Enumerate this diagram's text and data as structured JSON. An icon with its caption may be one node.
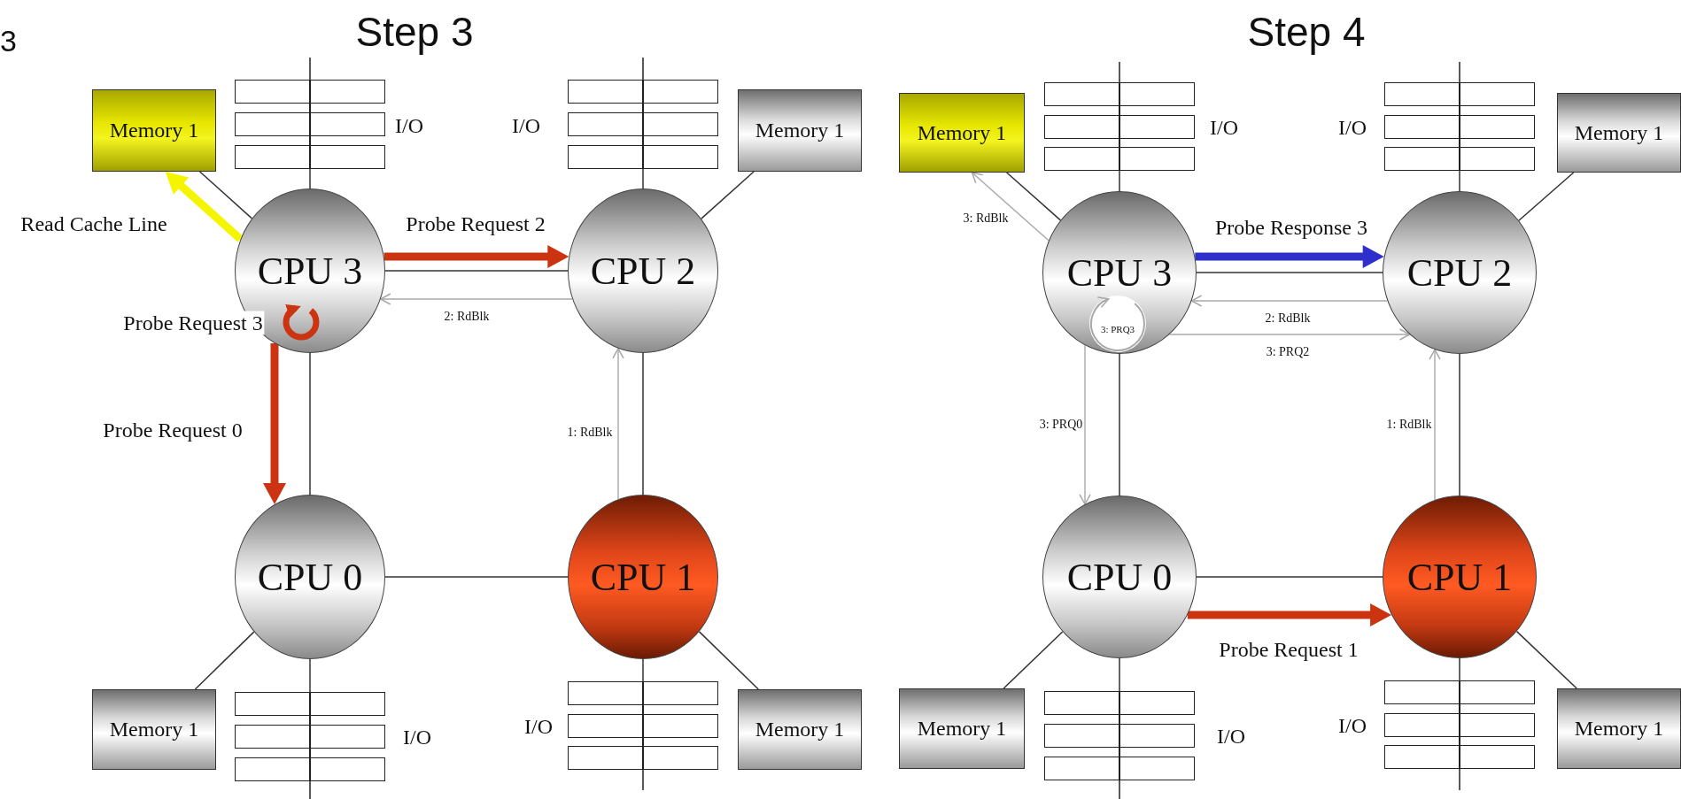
{
  "diagram": {
    "nodes": [
      {
        "text": [
          "Memory 1"
        ]
      },
      {
        "text": [],
        "shape": "box",
        "beside": [
          "I/O"
        ]
      },
      {
        "text": [],
        "shape": "box",
        "beside": [
          "I/O"
        ]
      },
      {
        "text": [
          "Memory 1"
        ]
      },
      {
        "text": [
          "CPU 3"
        ]
      },
      {
        "text": [
          "CPU 2"
        ]
      },
      {
        "text": [
          "CPU 0"
        ]
      },
      {
        "text": [
          "CPU 1"
        ]
      },
      {
        "text": [
          "Memory 1"
        ]
      },
      {
        "text": [],
        "shape": "box",
        "beside": [
          "I/O"
        ]
      },
      {
        "text": [],
        "shape": "box",
        "beside": [
          "I/O"
        ]
      },
      {
        "text": [
          "Memory 1"
        ]
      },
      {
        "text": [
          "Memory 1"
        ]
      },
      {
        "text": [],
        "shape": "box",
        "beside": [
          "I/O"
        ]
      },
      {
        "text": [],
        "shape": "box",
        "beside": [
          "I/O"
        ]
      },
      {
        "text": [
          "Memory 1"
        ]
      },
      {
        "text": [
          "CPU 3"
        ]
      },
      {
        "text": [
          "CPU 2"
        ]
      },
      {
        "text": [
          "CPU 0"
        ]
      },
      {
        "text": [
          "CPU 1"
        ]
      },
      {
        "text": [
          "Memory 1"
        ]
      },
      {
        "text": [],
        "shape": "box",
        "beside": [
          "I/O"
        ]
      },
      {
        "text": [],
        "shape": "box",
        "beside": [
          "I/O"
        ]
      },
      {
        "text": [
          "Memory 1"
        ]
      }
    ],
    "edges": [
      {
        "from": 4,
        "to": 0,
        "arrow": "none"
      },
      {
        "from": 4,
        "to": 1,
        "arrow": "none"
      },
      {
        "from": 5,
        "to": 2,
        "arrow": "none"
      },
      {
        "from": 5,
        "to": 3,
        "arrow": "none"
      },
      {
        "from": 4,
        "to": 5,
        "arrow": "none"
      },
      {
        "from": 4,
        "to": 6,
        "arrow": "none"
      },
      {
        "from": 5,
        "to": 7,
        "arrow": "none"
      },
      {
        "from": 6,
        "to": 7,
        "arrow": "none"
      },
      {
        "from": 6,
        "to": 8,
        "arrow": "none"
      },
      {
        "from": 6,
        "to": 9,
        "arrow": "none"
      },
      {
        "from": 7,
        "to": 10,
        "arrow": "none"
      },
      {
        "from": 7,
        "to": 11,
        "arrow": "none"
      },
      {
        "from": 4,
        "to": 0,
        "arrow": "to",
        "label": "Read Cache Line",
        "style": "thick",
        "color": "#f5f500"
      },
      {
        "from": 4,
        "to": 5,
        "arrow": "to",
        "label": "Probe Request 2",
        "style": "thick",
        "color": "#cc3311"
      },
      {
        "from": 5,
        "to": 4,
        "arrow": "to",
        "label": "2: RdBlk",
        "color": "#a8a8a8"
      },
      {
        "from": 4,
        "to": 4,
        "arrow": "to",
        "label": "Probe Request 3",
        "style": "thick",
        "color": "#cc3311"
      },
      {
        "from": 4,
        "to": 6,
        "arrow": "to",
        "label": "Probe Request 0",
        "style": "thick",
        "color": "#cc3311"
      },
      {
        "from": 7,
        "to": 5,
        "arrow": "to",
        "label": "1: RdBlk",
        "color": "#a8a8a8"
      },
      {
        "from": 16,
        "to": 12,
        "arrow": "none"
      },
      {
        "from": 16,
        "to": 13,
        "arrow": "none"
      },
      {
        "from": 17,
        "to": 14,
        "arrow": "none"
      },
      {
        "from": 17,
        "to": 15,
        "arrow": "none"
      },
      {
        "from": 16,
        "to": 17,
        "arrow": "none"
      },
      {
        "from": 16,
        "to": 18,
        "arrow": "none"
      },
      {
        "from": 17,
        "to": 19,
        "arrow": "none"
      },
      {
        "from": 18,
        "to": 19,
        "arrow": "none"
      },
      {
        "from": 18,
        "to": 20,
        "arrow": "none"
      },
      {
        "from": 18,
        "to": 21,
        "arrow": "none"
      },
      {
        "from": 19,
        "to": 22,
        "arrow": "none"
      },
      {
        "from": 19,
        "to": 23,
        "arrow": "none"
      },
      {
        "from": 16,
        "to": 12,
        "arrow": "to",
        "label": "3: RdBlk",
        "color": "#a8a8a8"
      },
      {
        "from": 16,
        "to": 17,
        "arrow": "to",
        "label": "Probe Response 3",
        "style": "thick",
        "color": "#2f2fcc"
      },
      {
        "from": 17,
        "to": 16,
        "arrow": "to",
        "label": "2: RdBlk",
        "color": "#a8a8a8"
      },
      {
        "from": 16,
        "to": 17,
        "arrow": "to",
        "label": "3: PRQ2",
        "color": "#a8a8a8"
      },
      {
        "from": 16,
        "to": 16,
        "arrow": "to",
        "label": "3: PRQ3",
        "color": "#a8a8a8"
      },
      {
        "from": 16,
        "to": 18,
        "arrow": "to",
        "label": "3: PRQ0",
        "color": "#a8a8a8"
      },
      {
        "from": 19,
        "to": 17,
        "arrow": "to",
        "label": "1: RdBlk",
        "color": "#a8a8a8"
      },
      {
        "from": 18,
        "to": 19,
        "arrow": "to",
        "label": "Probe Request 1",
        "style": "thick",
        "color": "#cc3311"
      }
    ],
    "labels": [
      "3",
      "Step 3",
      "Step 4"
    ]
  }
}
